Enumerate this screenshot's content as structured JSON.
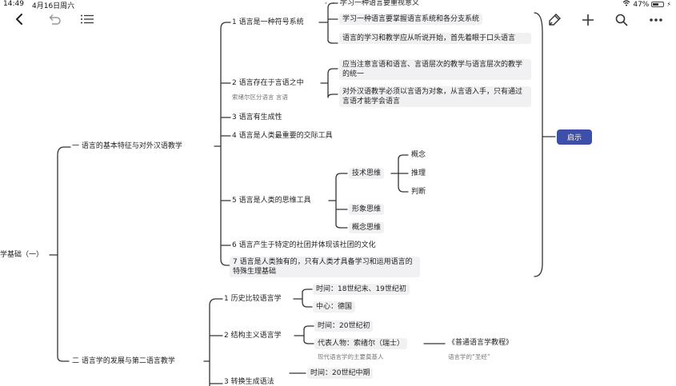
{
  "status_bar": {
    "time": "14:49",
    "date": "4月16日周六",
    "battery": "47%"
  },
  "root": {
    "label": "学基础（一）"
  },
  "callout": {
    "label": "启示"
  },
  "branch1": {
    "label": "一 语言的基本特征与对外汉语教学",
    "items": [
      {
        "label": "1 语言是一种符号系统",
        "children": [
          "学习一种语言要重视意义",
          "学习一种语言要掌握语言系统和各分支系统",
          "语言的学习和教学应从听说开始，首先着眼于口头语言"
        ]
      },
      {
        "label": "2 语言存在于言语之中",
        "note": "索绪尔区分语言 言语",
        "children": [
          "应当注意言语和语言、言语层次的教学与语言层次的教学的统一",
          "对外汉语教学必须以言语为对象，从言语入手，只有通过言语才能学会语言"
        ]
      },
      {
        "label": "3 语言有生成性"
      },
      {
        "label": "4 语言是人类最重要的交际工具"
      },
      {
        "label": "5 语言是人类的思维工具",
        "children": [
          {
            "label": "技术思维",
            "children": [
              "概念",
              "推理",
              "判断"
            ]
          },
          {
            "label": "形象思维"
          },
          {
            "label": "概念思维"
          }
        ]
      },
      {
        "label": "6 语言产生于特定的社团并体现该社团的文化"
      },
      {
        "label": "7 语言是人类独有的，只有人类才具备学习和运用语言的特殊生理基础"
      }
    ]
  },
  "branch2": {
    "label": "二 语言学的发展与第二语言教学",
    "items": [
      {
        "label": "1 历史比较语言学",
        "children": [
          "时间：18世纪末、19世纪初",
          "中心：德国"
        ]
      },
      {
        "label": "2 结构主义语言学",
        "children": [
          "时间：20世纪初",
          {
            "label": "代表人物：索绪尔（瑞士）",
            "note": "现代语言学的主要奠基人",
            "child": "《普通语言学教程》",
            "child_note": "语言学的“圣经”"
          }
        ]
      },
      {
        "label": "3 转换生成语法",
        "children": [
          "时间：20世纪中期"
        ]
      }
    ]
  }
}
